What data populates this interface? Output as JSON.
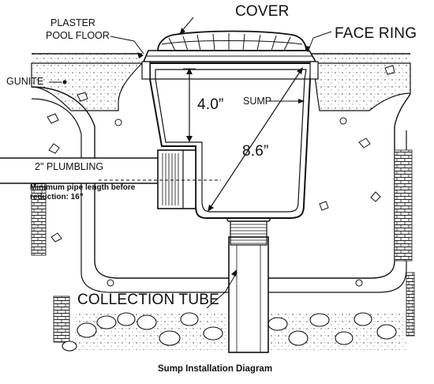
{
  "labels": {
    "cover": "COVER",
    "face_ring": "FACE RING",
    "plaster_line1": "PLASTER",
    "plaster_line2": "POOL FLOOR",
    "gunite": "GUNITE",
    "sump": "SUMP",
    "dim_depth": "4.0”",
    "dim_diag": "8.6”",
    "plumbing": "2\" PLUMBLING",
    "min_pipe_line1": "Minimum pipe length before",
    "min_pipe_line2": "reduction: 16”",
    "collection_tube": "COLLECTION TUBE"
  },
  "caption": "Sump Installation Diagram"
}
